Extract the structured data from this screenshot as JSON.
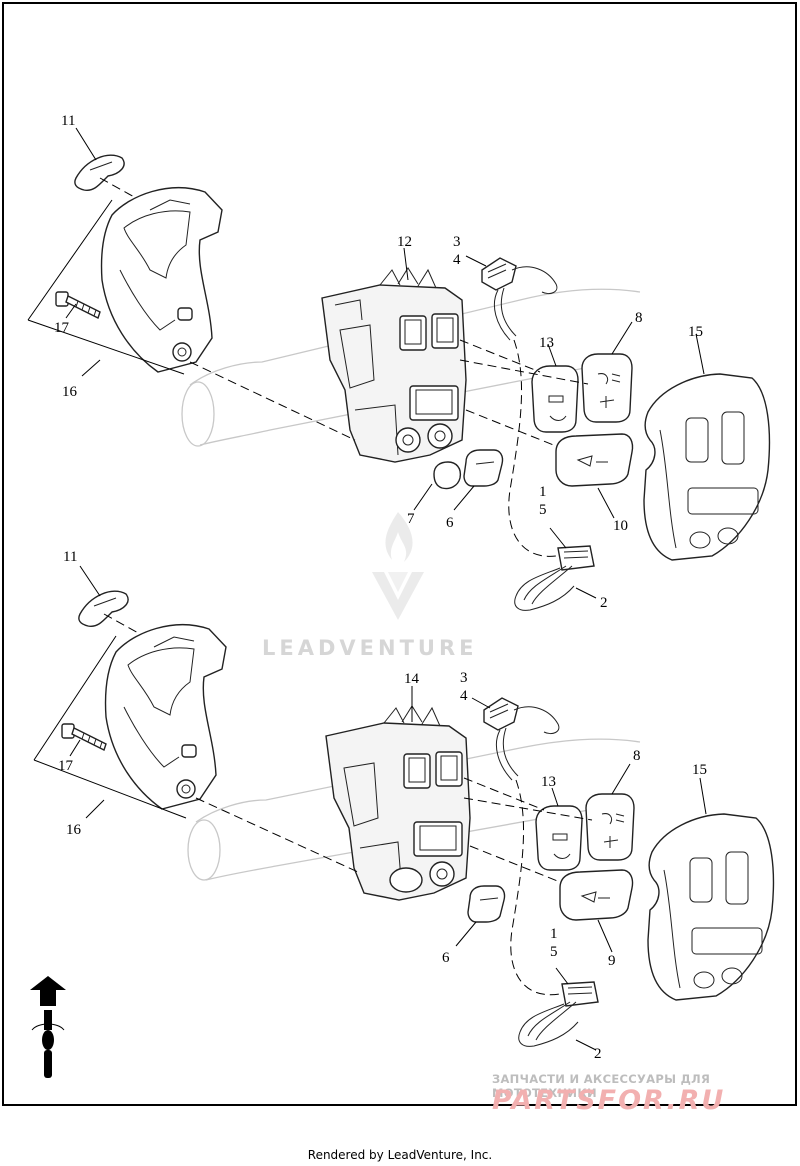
{
  "callouts": {
    "upper": {
      "c11": "11",
      "c17": "17",
      "c16": "16",
      "c12": "12",
      "c3": "3",
      "c4": "4",
      "c8": "8",
      "c13": "13",
      "c15": "15",
      "c1": "1",
      "c5": "5",
      "c7": "7",
      "c6": "6",
      "c10": "10",
      "c2": "2"
    },
    "lower": {
      "c11": "11",
      "c17": "17",
      "c16": "16",
      "c14": "14",
      "c3": "3",
      "c4": "4",
      "c8": "8",
      "c13": "13",
      "c15": "15",
      "c6": "6",
      "c9": "9",
      "c1": "1",
      "c5": "5",
      "c2": "2"
    }
  },
  "watermark": "LEADVENTURE",
  "ru_caption": "ЗАПЧАСТИ И АКСЕССУАРЫ ДЛЯ МОТОТЕХНИКИ",
  "ru_brand": "PARTSFOR.RU",
  "footer": "Rendered by LeadVenture, Inc.",
  "icons": [
    "front-direction-arrow-icon",
    "motorcycle-top-view-icon",
    "leadventure-flame-logo-icon"
  ]
}
